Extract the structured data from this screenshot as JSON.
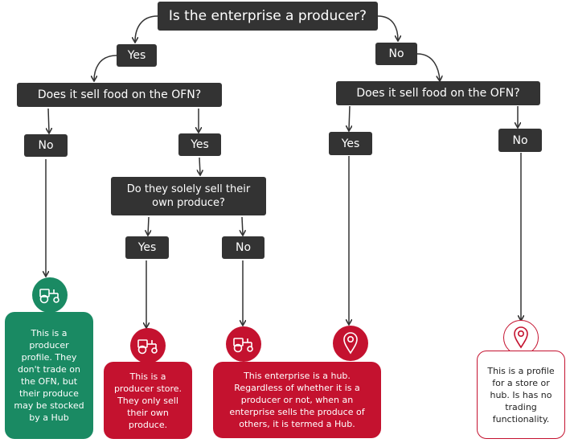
{
  "colors": {
    "box": "#333333",
    "producer_green": "#1a8a63",
    "hub_red": "#c4122f",
    "outline_red": "#c4122f",
    "arrow": "#333333"
  },
  "root": {
    "question": "Is the enterprise a producer?"
  },
  "left": {
    "yes_label": "Yes",
    "question": "Does it sell food on the OFN?",
    "no_label": "No",
    "yes2_label": "Yes",
    "question2": "Do they solely sell their own produce?",
    "yes3_label": "Yes",
    "no3_label": "No"
  },
  "right": {
    "no_label": "No",
    "question": "Does it sell food on the OFN?",
    "yes_label": "Yes",
    "no2_label": "No"
  },
  "outcomes": {
    "producer_profile": {
      "icon": "tractor-icon",
      "text": "This is a producer profile. They don't trade on the OFN, but their produce may be stocked by a Hub"
    },
    "producer_store": {
      "icon": "tractor-icon",
      "text": "This is a producer store. They only sell their own produce."
    },
    "hub": {
      "icons": [
        "tractor-icon",
        "map-pin-icon"
      ],
      "text": "This enterprise is a hub. Regardless of whether it is a producer or not, when an enterprise sells the produce of others, it is termed a Hub."
    },
    "store_profile": {
      "icon": "map-pin-icon",
      "text": "This is a profile for a store or hub. Is has no trading functionality."
    }
  }
}
